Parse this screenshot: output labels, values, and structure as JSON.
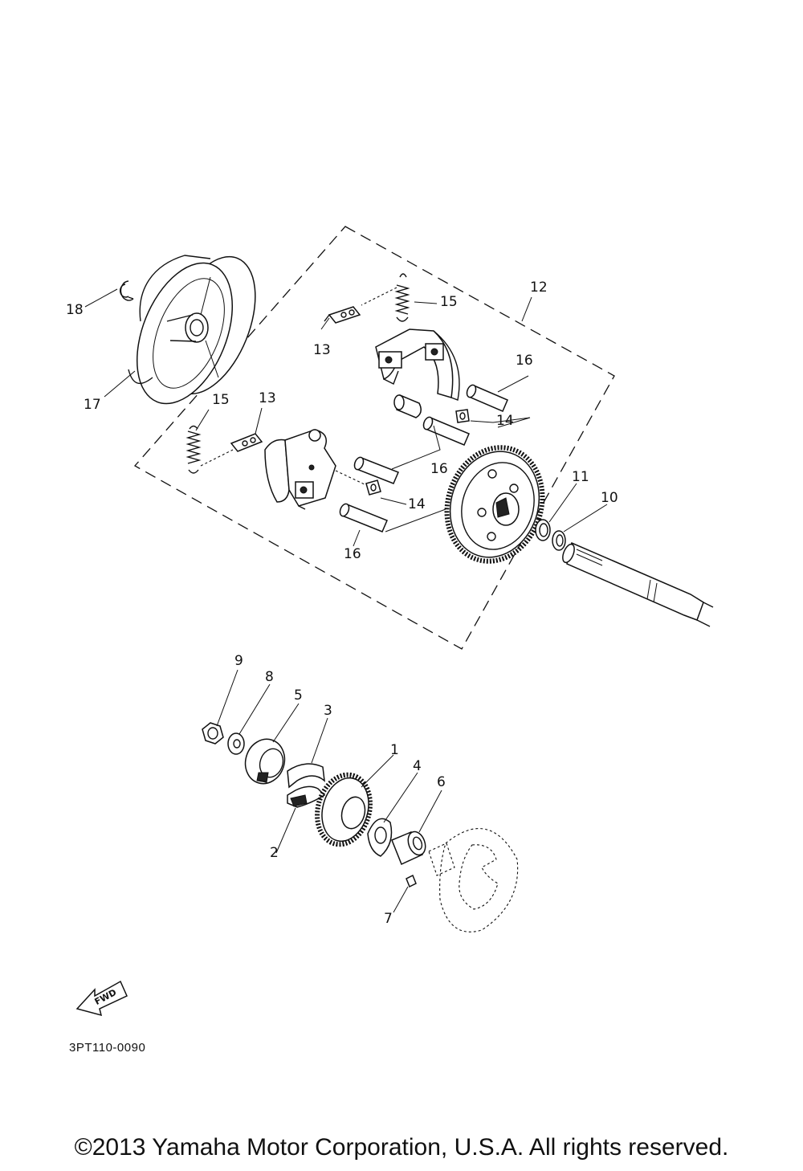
{
  "callouts": {
    "c1": "1",
    "c2": "2",
    "c3": "3",
    "c4": "4",
    "c5": "5",
    "c6": "6",
    "c7": "7",
    "c8": "8",
    "c9": "9",
    "c10": "10",
    "c11": "11",
    "c12": "12",
    "c13a": "13",
    "c13b": "13",
    "c14a": "14",
    "c14b": "14",
    "c15a": "15",
    "c15b": "15",
    "c16a": "16",
    "c16b": "16",
    "c16c": "16",
    "c17": "17",
    "c18": "18"
  },
  "fwd_label": "FWD",
  "drawing_code": "3PT110-0090",
  "copyright": "©2013 Yamaha Motor Corporation, U.S.A. All rights reserved."
}
